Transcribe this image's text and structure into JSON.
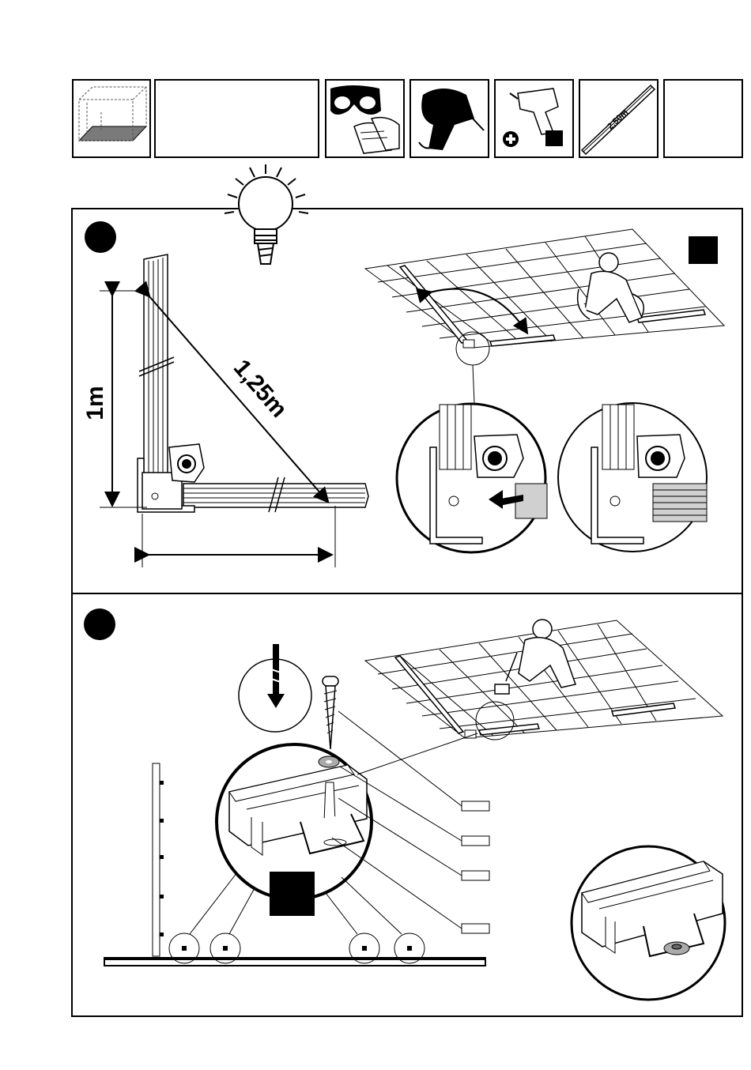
{
  "toolbar": {
    "level_tool_label": "2,50m"
  },
  "step1": {
    "height_label": "1m",
    "diagonal_label": "1,25m"
  },
  "step2": {},
  "colors": {
    "ink": "#000000",
    "shade": "#7a7a7a",
    "light_shade": "#d0d0d0"
  }
}
